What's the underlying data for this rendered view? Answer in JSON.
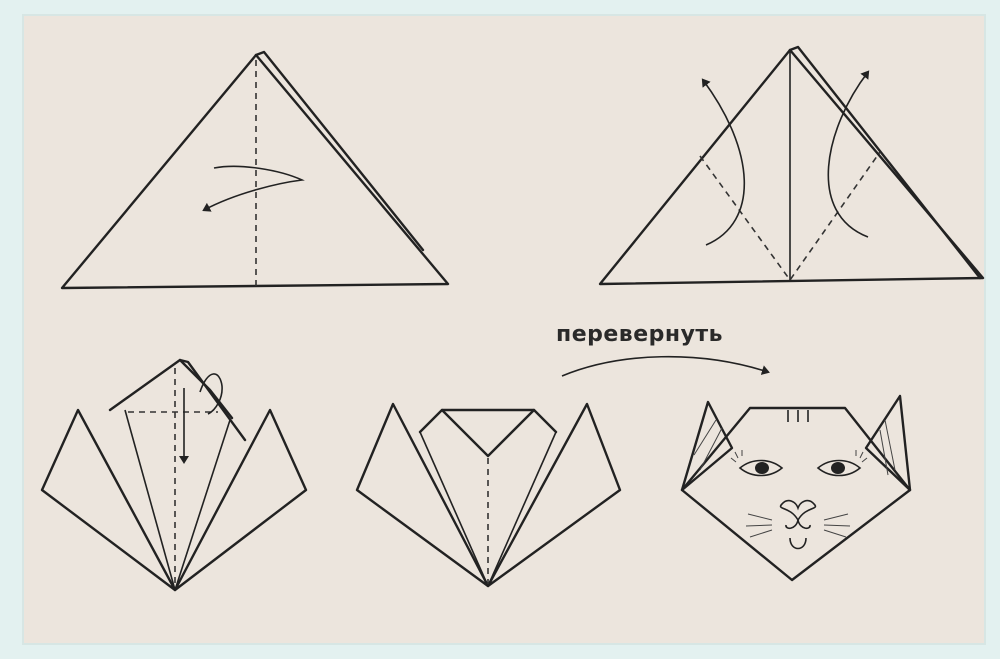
{
  "diagram": {
    "flip_label": "перевернуть",
    "steps": [
      "step-1-fold-in-half",
      "step-2-fold-corners-up",
      "step-3-fold-top-down",
      "step-4-folded-shape",
      "step-5-cat-face"
    ]
  },
  "colors": {
    "paper": "#ece5dd",
    "border": "#e3f1f0",
    "ink": "#222222"
  }
}
